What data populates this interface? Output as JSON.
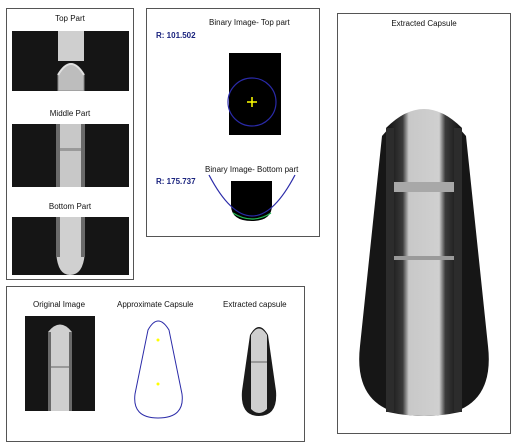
{
  "parts_panel": {
    "top_caption": "Top Part",
    "middle_caption": "Middle Part",
    "bottom_caption": "Bottom Part"
  },
  "binary_panel": {
    "top_title": "Binary Image- Top part",
    "top_radius": "R: 101.502",
    "bottom_title": "Binary Image- Bottom part",
    "bottom_radius": "R: 175.737"
  },
  "bottom_panel": {
    "original_caption": "Original Image",
    "approx_caption": "Approximate Capsule",
    "extracted_caption": "Extracted capsule"
  },
  "right_panel": {
    "title": "Extracted Capsule"
  },
  "colors": {
    "circle": "#2a2aa8",
    "marker": "#ffff00",
    "fit_line": "#22bb55"
  }
}
